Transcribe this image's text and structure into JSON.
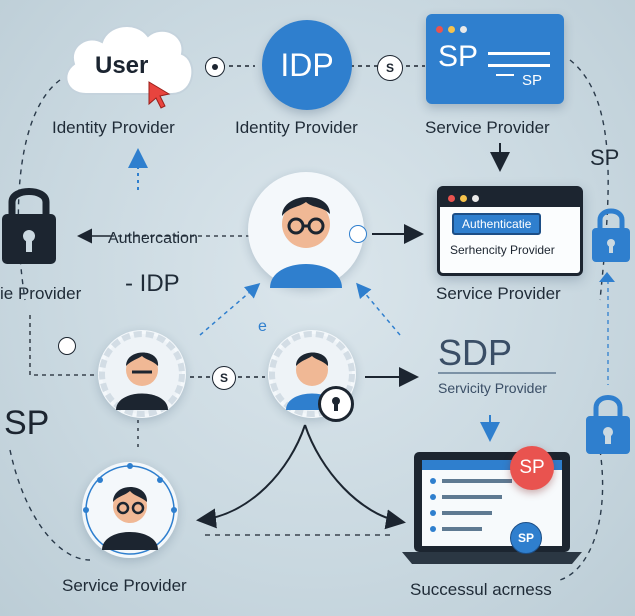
{
  "top_row": {
    "cloud_text": "User",
    "cloud_caption": "Identity Provider",
    "idp_circle_text": "IDP",
    "idp_caption": "Identity Provider",
    "sp_card_title": "SP",
    "sp_card_sub": "SP",
    "sp_caption": "Service Provider",
    "connector_s": "S"
  },
  "side_labels": {
    "right_sp": "SP",
    "left_provider": "ie Provider",
    "left_sp": "SP",
    "left_auth": "Authercation",
    "left_idp": "- IDP"
  },
  "middle": {
    "auth_window_button": "Authenticatie",
    "auth_window_text": "Serhencity Provider",
    "auth_window_caption": "Service Provider",
    "sdp_title": "SDP",
    "sdp_caption": "Servicity Provider",
    "node_s": "S",
    "node_e": "e"
  },
  "bottom": {
    "left_caption": "Service Provider",
    "laptop_caption": "Successul acrness",
    "sp_badge": "SP",
    "laptop_pill": "SP"
  },
  "colors": {
    "accent_blue": "#2f7fce",
    "dark": "#1c2530",
    "badge_red": "#e9534f"
  },
  "icons": [
    "cursor-icon",
    "lock-icon",
    "user-avatar-icon",
    "laptop-icon",
    "arrow-icon"
  ]
}
